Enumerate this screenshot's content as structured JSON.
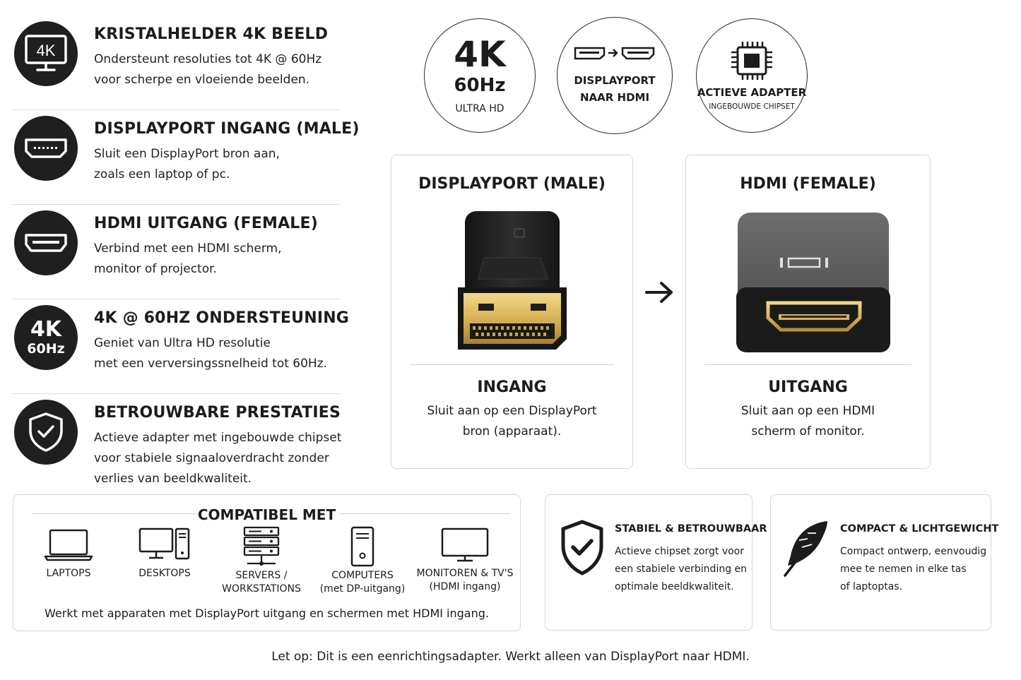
{
  "features": [
    {
      "icon": "monitor-4k-icon",
      "title": "KRISTALHELDER 4K BEELD",
      "line1": "Ondersteunt resoluties tot 4K @ 60Hz",
      "line2": "voor scherpe en vloeiende beelden.",
      "icon_text": "4K"
    },
    {
      "icon": "displayport-port-icon",
      "title": "DISPLAYPORT INGANG (MALE)",
      "line1": "Sluit een DisplayPort bron aan,",
      "line2": "zoals een laptop of pc."
    },
    {
      "icon": "hdmi-port-icon",
      "title": "HDMI UITGANG (FEMALE)",
      "line1": "Verbind met een HDMI scherm,",
      "line2": "monitor of projector."
    },
    {
      "icon": "4k-60hz-icon",
      "title": "4K @ 60HZ ONDERSTEUNING",
      "line1": "Geniet van Ultra HD resolutie",
      "line2": "met een verversingssnelheid tot 60Hz.",
      "icon_big": "4K",
      "icon_small": "60Hz"
    },
    {
      "icon": "shield-check-icon",
      "title": "BETROUWBARE PRESTATIES",
      "line1": "Actieve adapter met ingebouwde chipset",
      "line2": "voor stabiele signaaloverdracht zonder",
      "line3": "verlies van beeldkwaliteit."
    }
  ],
  "badges": {
    "res": {
      "big": "4K",
      "mid": "60Hz",
      "small": "ULTRA HD"
    },
    "conv": {
      "line1": "DISPLAYPORT",
      "line2": "NAAR HDMI"
    },
    "chip": {
      "line1": "ACTIEVE ADAPTER",
      "sub": "INGEBOUWDE CHIPSET"
    }
  },
  "cards": {
    "dp": {
      "title": "DISPLAYPORT (MALE)",
      "sub": "INGANG",
      "line1": "Sluit aan op een DisplayPort",
      "line2": "bron (apparaat)."
    },
    "hdmi": {
      "title": "HDMI (FEMALE)",
      "sub": "UITGANG",
      "line1": "Sluit aan op een HDMI",
      "line2": "scherm of monitor."
    }
  },
  "compat": {
    "title": "COMPATIBEL MET",
    "devices": [
      {
        "icon": "laptop-icon",
        "line1": "LAPTOPS",
        "line2": ""
      },
      {
        "icon": "desktop-icon",
        "line1": "DESKTOPS",
        "line2": ""
      },
      {
        "icon": "server-icon",
        "line1": "SERVERS /",
        "line2": "WORKSTATIONS"
      },
      {
        "icon": "computer-tower-icon",
        "line1": "COMPUTERS",
        "line2": "(met DP-uitgang)"
      },
      {
        "icon": "monitor-icon",
        "line1": "MONITOREN & TV'S",
        "line2": "(HDMI ingang)"
      }
    ],
    "footer": "Werkt met apparaten met DisplayPort uitgang en schermen met HDMI ingang."
  },
  "info": [
    {
      "icon": "shield-check-icon",
      "title": "STABIEL & BETROUWBAAR",
      "line1": "Actieve chipset zorgt voor",
      "line2": "een stabiele verbinding en",
      "line3": "optimale beeldkwaliteit."
    },
    {
      "icon": "feather-icon",
      "title": "COMPACT & LICHTGEWICHT",
      "line1": "Compact ontwerp, eenvoudig",
      "line2": "mee te nemen in elke tas",
      "line3": "of laptoptas."
    }
  ],
  "note": "Let op: Dit is een eenrichtingsadapter. Werkt alleen van DisplayPort naar HDMI."
}
